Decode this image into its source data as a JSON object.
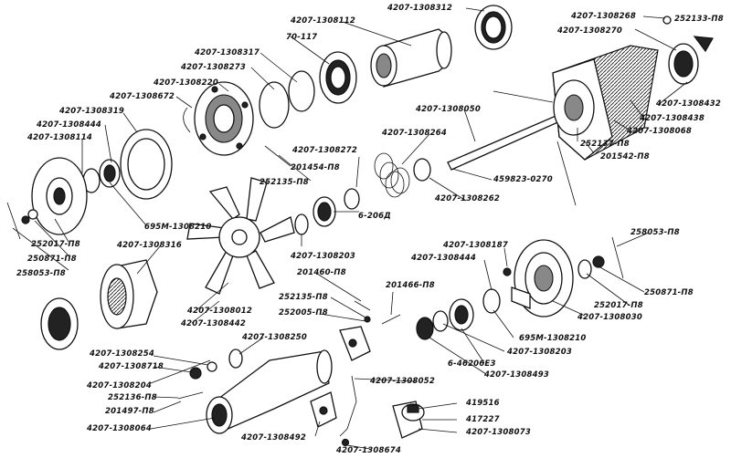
{
  "labels": [
    "4207-1308312",
    "4207-1308112",
    "70-117",
    "4207-1308317",
    "4207-1308273",
    "4207-1308220",
    "4207-1308672",
    "4207-1308319",
    "4207-1308444",
    "4207-1308114",
    "4207-1308268",
    "252133-П8",
    "4207-1308270",
    "4207-1308432",
    "4207-1308438",
    "4207-1308068",
    "252137-П8",
    "201542-П8",
    "4207-1308050",
    "4207-1308264",
    "459823-0270",
    "4207-1308262",
    "4207-1308272",
    "201454-П8",
    "252135-П8",
    "6-206Д",
    "695М-1308210",
    "4207-1308316",
    "252017-П8",
    "250871-П8",
    "258053-П8",
    "4207-1308203",
    "4207-1308187",
    "4207-1308444",
    "258053-П8",
    "250871-П8",
    "252017-П8",
    "4207-1308030",
    "201460-П8",
    "201466-П8",
    "252135-П8",
    "252005-П8",
    "4207-1308012",
    "4207-1308442",
    "4207-1308250",
    "695М-1308210",
    "4207-1308203",
    "6-46206ЕЗ",
    "4207-1308493",
    "4207-1308254",
    "4207-1308718",
    "4207-1308204",
    "252136-П8",
    "201497-П8",
    "4207-1308064",
    "4207-1308052",
    "4207-1308492",
    "419516",
    "417227",
    "4207-1308073",
    "4207-1308674"
  ]
}
